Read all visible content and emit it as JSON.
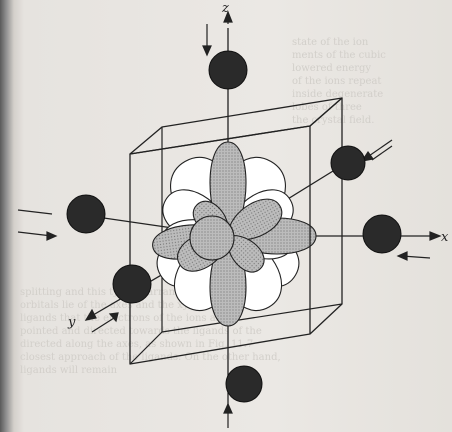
{
  "figure": {
    "axis_labels": {
      "z": "z",
      "x": "x",
      "y": "y"
    }
  },
  "colors": {
    "ligand": "#2a2a2a",
    "lobe_shaded": "#bdbdbd",
    "lobe_unshaded": "#ffffff",
    "outline": "#222222"
  },
  "background_text": {
    "right_column": [
      "state of the ion",
      "ments of the cubic",
      "lowered energy",
      "of the ions repeat",
      "inside degenerate",
      "lobes of three",
      "the crystal field."
    ],
    "bottom_block": [
      "splitting and this type of arrangement",
      "orbitals lie of the axes and the xy plane of a",
      "ligands that the electrons of the ions are",
      "pointed and directed towards the ligands of the",
      "directed along the axes, as shown in Fig. 11.7",
      "closest approach of the ligands. On the other hand,",
      "ligands will remain"
    ]
  }
}
